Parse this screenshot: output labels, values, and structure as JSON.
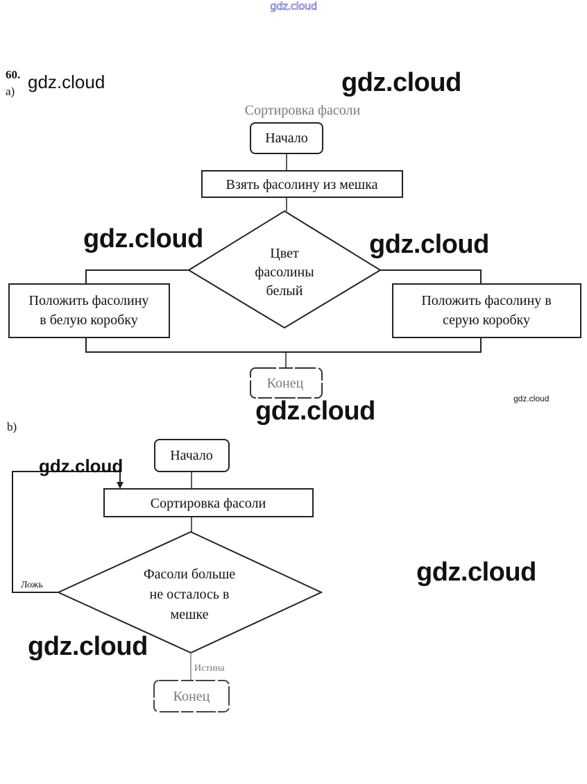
{
  "problem_number": "60.",
  "watermarks": {
    "top": "gdz.cloud",
    "items": [
      "gdz.cloud",
      "gdz.cloud",
      "gdz.cloud",
      "gdz.cloud",
      "gdz.cloud",
      "gdz.cloud",
      "gdz.cloud",
      "gdz.cloud",
      "gdz.cloud"
    ]
  },
  "part_a": {
    "label": "a)",
    "title": "Сортировка фасоли",
    "start": "Начало",
    "step_take": "Взять фасолину из мешка",
    "decision": [
      "Цвет",
      "фасолины",
      "белый"
    ],
    "left_box": [
      "Положить фасолину",
      "в белую коробку"
    ],
    "right_box": [
      "Положить фасолину в",
      "серую коробку"
    ],
    "end": "Конец"
  },
  "part_b": {
    "label": "b)",
    "start": "Начало",
    "process": "Сортировка фасоли",
    "decision": [
      "Фасоли больше",
      "не осталось в",
      "мешке"
    ],
    "false_label": "Ложь",
    "true_label": "Истина",
    "end": "Конец"
  }
}
